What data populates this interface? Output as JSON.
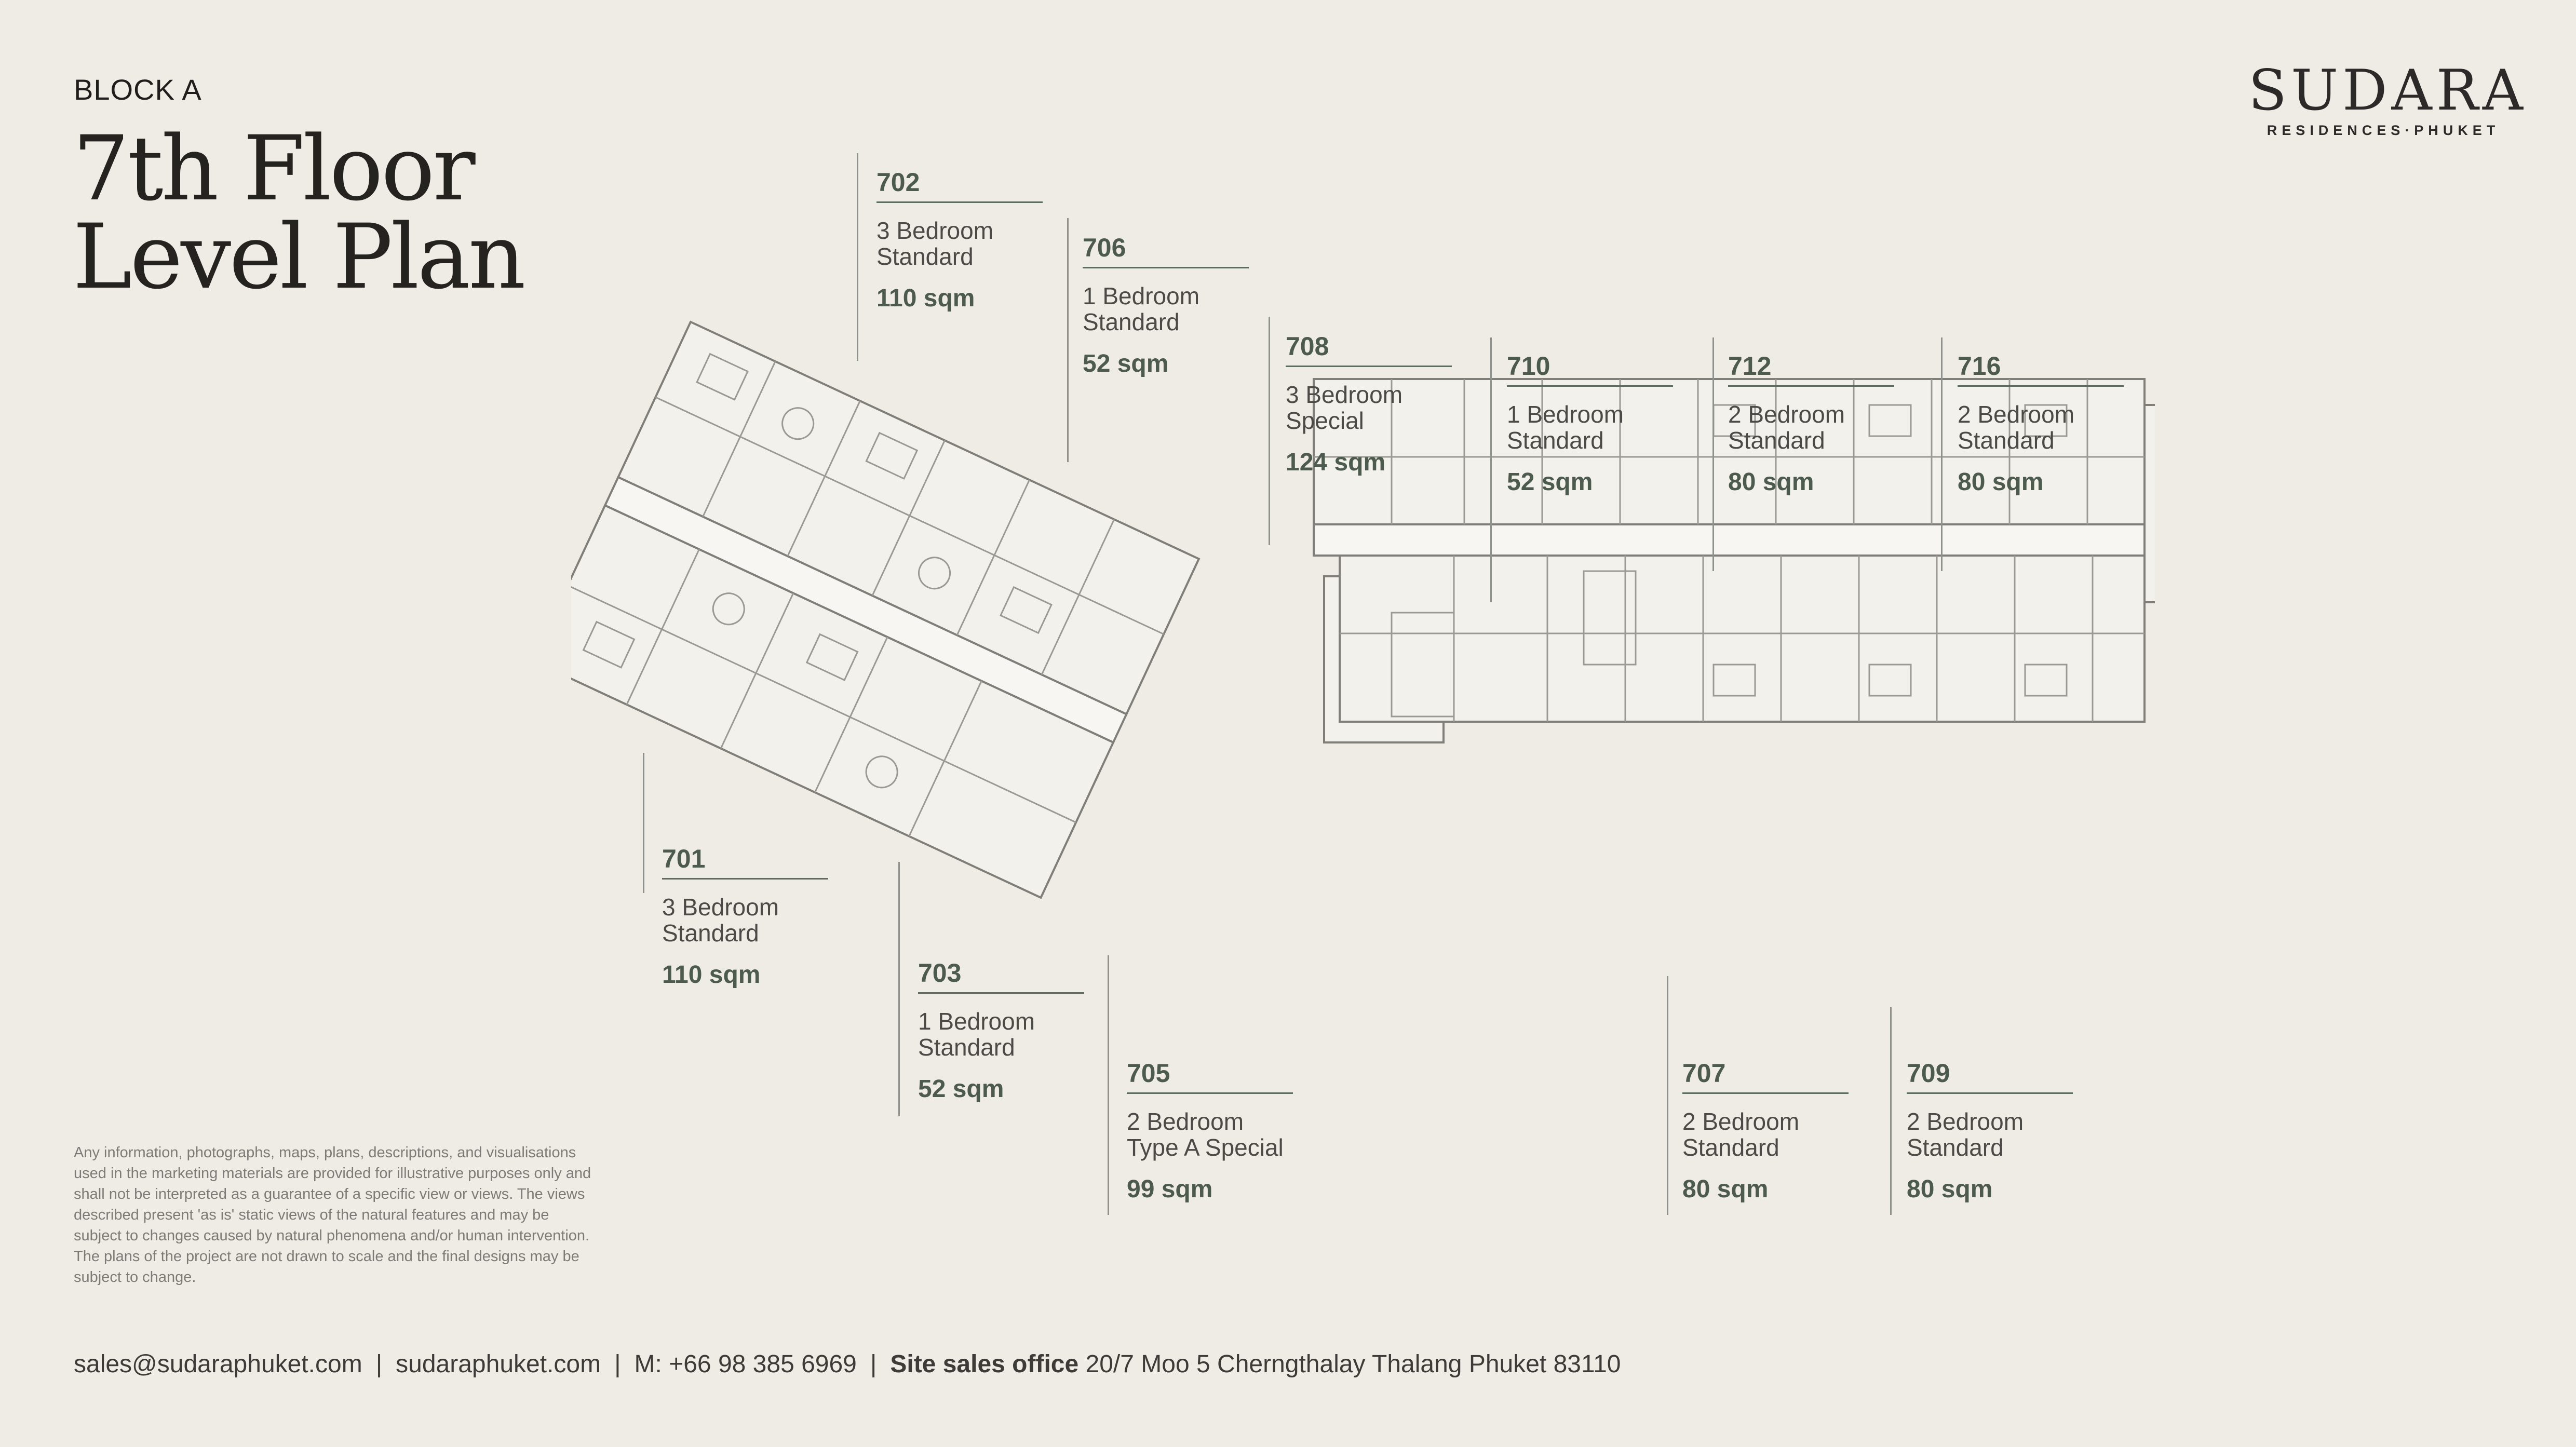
{
  "block_label": "BLOCK A",
  "title_line1": "7th Floor",
  "title_line2": "Level Plan",
  "logo": {
    "word": "SUDARA",
    "sub": "RESIDENCES·PHUKET"
  },
  "units": {
    "u702": {
      "num": "702",
      "type1": "3 Bedroom",
      "type2": "Standard",
      "area": "110 sqm"
    },
    "u706": {
      "num": "706",
      "type1": "1 Bedroom",
      "type2": "Standard",
      "area": "52 sqm"
    },
    "u708": {
      "num": "708",
      "type1": "3 Bedroom",
      "type2": "Special",
      "area": "124 sqm"
    },
    "u710": {
      "num": "710",
      "type1": "1 Bedroom",
      "type2": "Standard",
      "area": "52 sqm"
    },
    "u712": {
      "num": "712",
      "type1": "2 Bedroom",
      "type2": "Standard",
      "area": "80 sqm"
    },
    "u716": {
      "num": "716",
      "type1": "2 Bedroom",
      "type2": "Standard",
      "area": "80 sqm"
    },
    "u701": {
      "num": "701",
      "type1": "3 Bedroom",
      "type2": "Standard",
      "area": "110 sqm"
    },
    "u703": {
      "num": "703",
      "type1": "1 Bedroom",
      "type2": "Standard",
      "area": "52 sqm"
    },
    "u705": {
      "num": "705",
      "type1": "2 Bedroom",
      "type2": "Type A Special",
      "area": "99 sqm"
    },
    "u707": {
      "num": "707",
      "type1": "2 Bedroom",
      "type2": "Standard",
      "area": "80 sqm"
    },
    "u709": {
      "num": "709",
      "type1": "2 Bedroom",
      "type2": "Standard",
      "area": "80 sqm"
    }
  },
  "disclaimer": "Any information, photographs, maps, plans, descriptions, and visualisations used in the marketing materials are provided for illustrative purposes only and shall not be interpreted as a guarantee of a specific view or views. The views described present 'as is' static views of the natural features and may be subject to changes caused by natural phenomena and/or human intervention. The plans of the project are not drawn to scale and the final designs may be subject to change.",
  "footer": {
    "email": "sales@sudaraphuket.com",
    "site": "sudaraphuket.com",
    "phone": "M: +66 98 385 6969",
    "office_label": "Site sales office",
    "office_address": "20/7 Moo 5 Cherngthalay Thalang Phuket 83110",
    "separator": "|"
  },
  "colors": {
    "background": "#efebe5",
    "accent": "#4d5a4e",
    "plan_line": "#7f7e79"
  }
}
